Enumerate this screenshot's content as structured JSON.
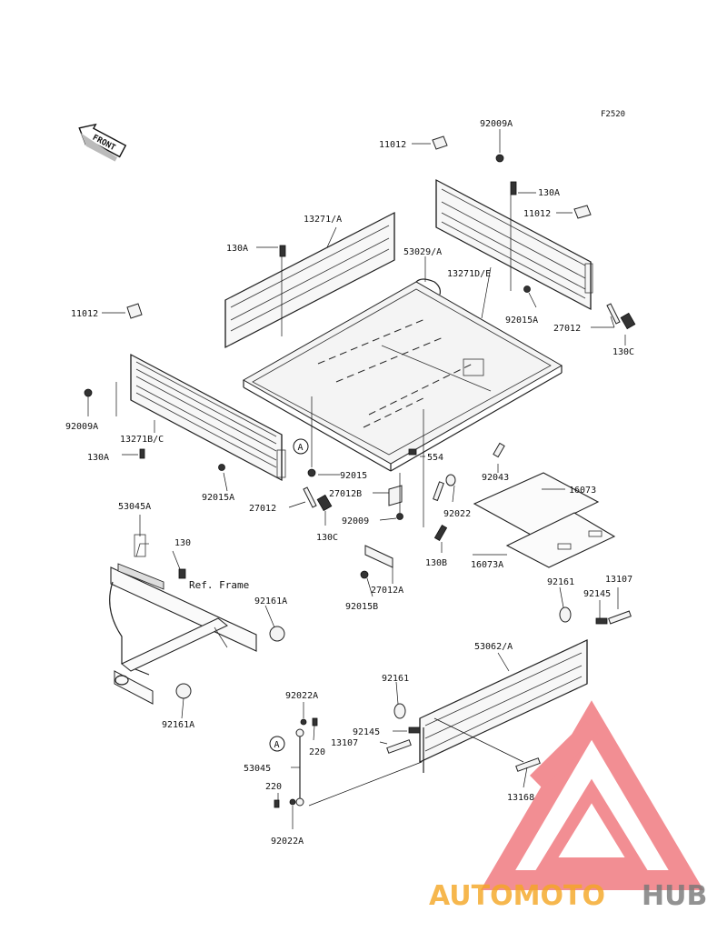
{
  "figure_id": "F2520",
  "front_label": "FRONT",
  "ref_frame_label": "Ref. Frame",
  "callouts": [
    "11012",
    "92009A",
    "130A",
    "11012",
    "13271/A",
    "53029/A",
    "130A",
    "13271D/E",
    "11012",
    "92015A",
    "27012",
    "130C",
    "92009A",
    "13271B/C",
    "130A",
    "92015A",
    "27012",
    "92015",
    "27012B",
    "130C",
    "92009",
    "554",
    "92043",
    "16073",
    "92022",
    "130B",
    "16073A",
    "27012A",
    "92015B",
    "53045A",
    "130",
    "92161A",
    "92161A",
    "92161",
    "13107",
    "92145",
    "53062/A",
    "92161",
    "92022A",
    "220",
    "92145",
    "13107",
    "53045",
    "220",
    "92022A",
    "13168"
  ],
  "circle_refs": [
    "A",
    "A"
  ],
  "watermark": {
    "brand_left": "AUTOMOTO",
    "brand_right": "HUB",
    "color_orange": "#f5a623",
    "color_red": "#e8323c",
    "color_gray": "#777777"
  }
}
